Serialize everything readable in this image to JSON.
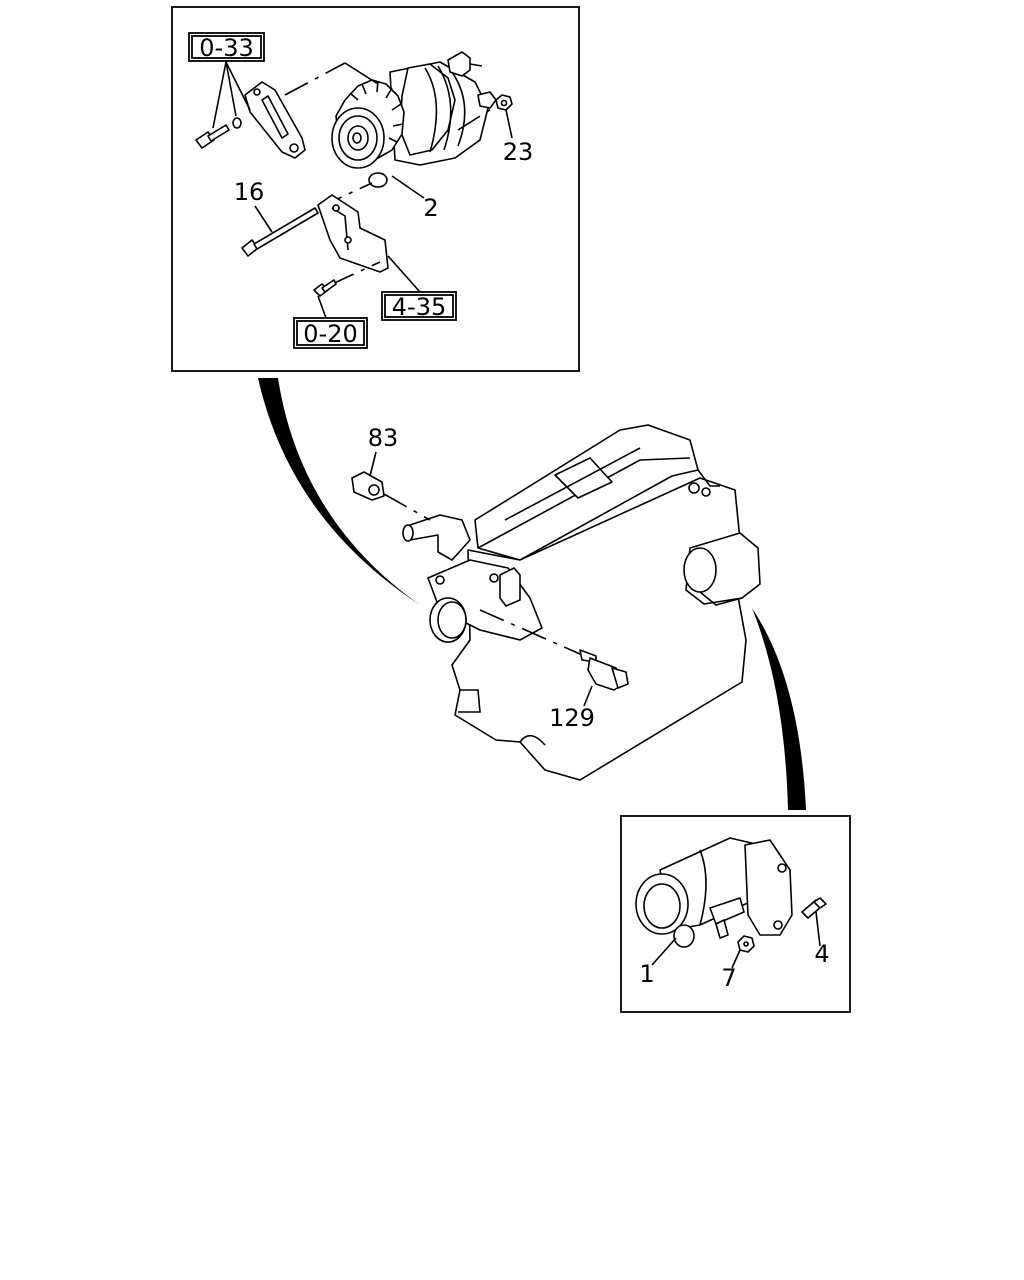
{
  "panels": {
    "alternator": {
      "refs": [
        "0-33",
        "4-35",
        "0-20"
      ],
      "callouts": [
        "23",
        "16",
        "2"
      ]
    },
    "engine": {
      "callouts": [
        "83",
        "129"
      ]
    },
    "starter": {
      "callouts": [
        "1",
        "7",
        "4"
      ]
    }
  }
}
